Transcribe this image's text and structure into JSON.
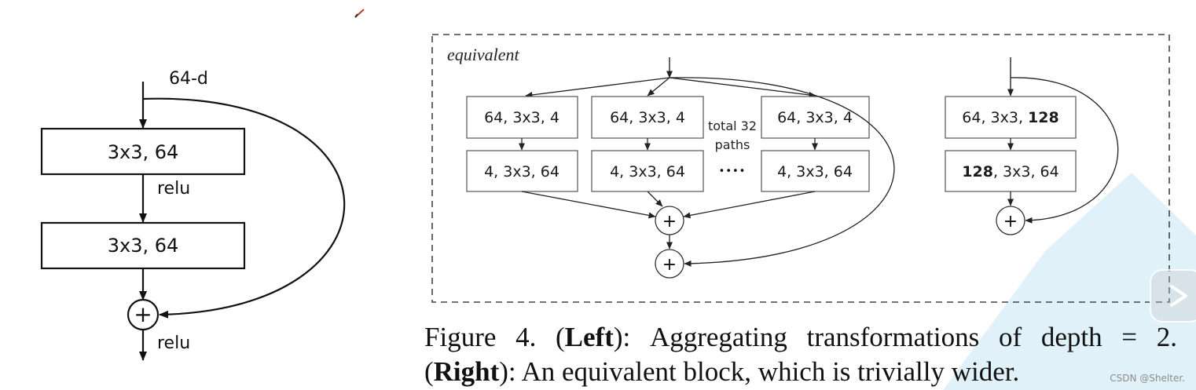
{
  "left_block": {
    "input_label": "64-d",
    "layer1": "3x3, 64",
    "relu1": "relu",
    "layer2": "3x3, 64",
    "relu2": "relu",
    "plus": "+"
  },
  "right_panel": {
    "equivalent_label": "equivalent",
    "top_boxes": [
      "64, 3x3, 4",
      "64, 3x3, 4",
      "64, 3x3, 4"
    ],
    "bottom_boxes": [
      "4, 3x3, 64",
      "4, 3x3, 64",
      "4, 3x3, 64"
    ],
    "paths_label_1": "total 32",
    "paths_label_2": "paths",
    "dots": "••••",
    "plus": "+",
    "wide_top": {
      "pre": "64, 3x3, ",
      "bold": "128"
    },
    "wide_bottom": {
      "bold": "128",
      "post": ", 3x3, 64"
    }
  },
  "caption": {
    "line1_words": [
      "Figure",
      "4.",
      "(",
      "Left",
      "):",
      "Aggregating",
      "transformations",
      "of",
      "depth",
      "=",
      "2."
    ],
    "line2": {
      "open": "(",
      "bold": "Right",
      "rest": "): An equivalent block, which is trivially wider."
    }
  },
  "watermark": "CSDN @Shelter.",
  "colors": {
    "ink": "#111111",
    "box_stroke": "#555555",
    "dashed": "#444444",
    "accent_pen": "#c0392b",
    "overlay": "#d6ecf8"
  }
}
